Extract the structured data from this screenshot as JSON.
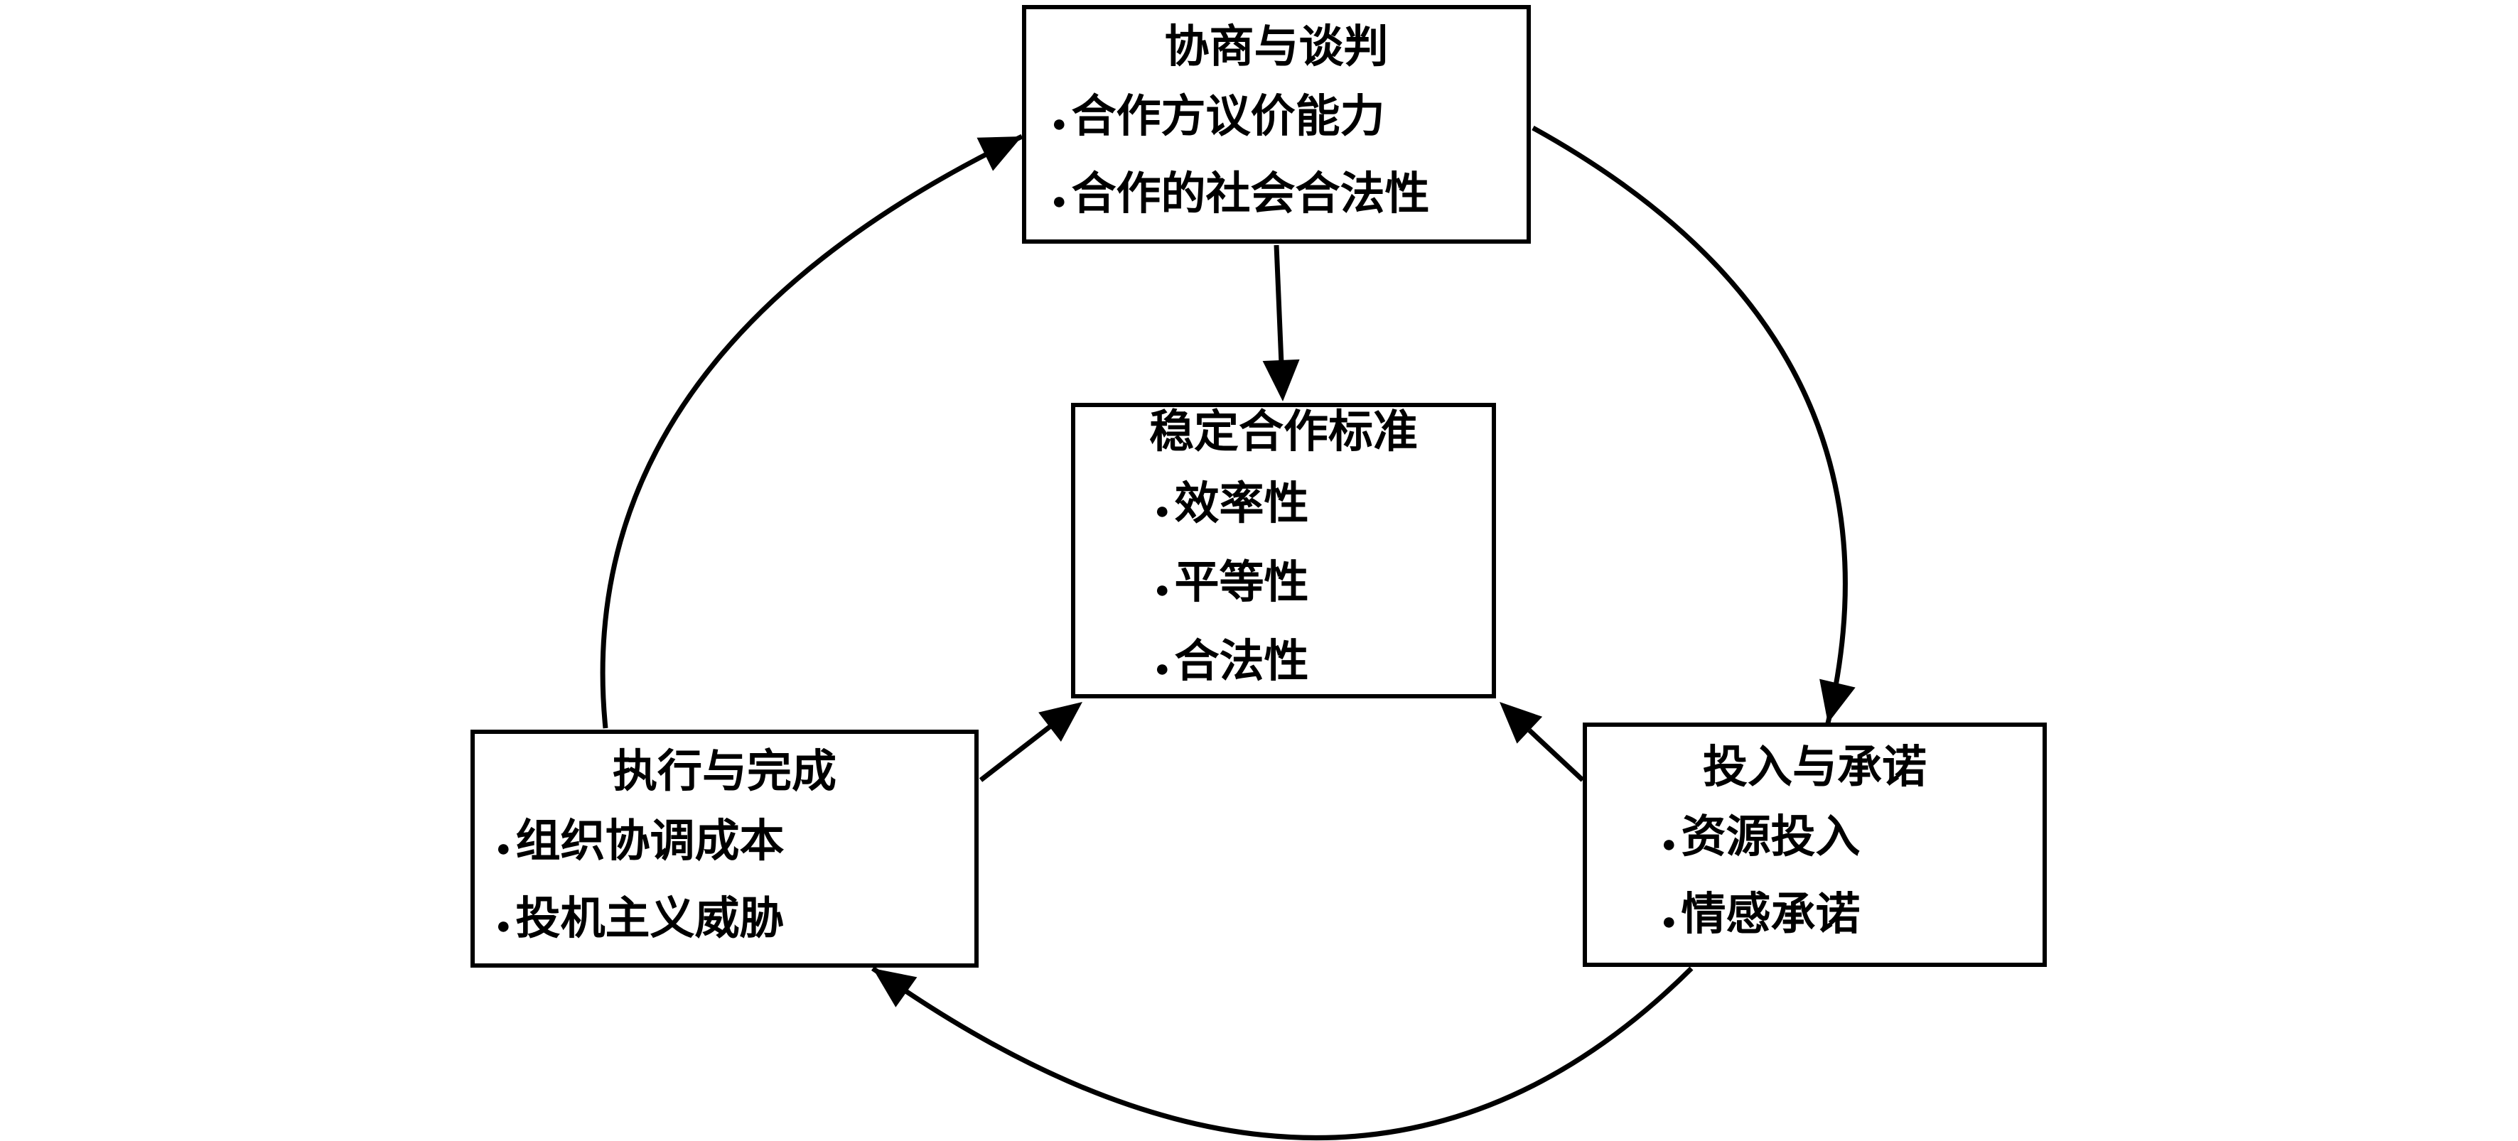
{
  "diagram": {
    "colors": {
      "line": "#000000",
      "background": "#ffffff",
      "text": "#000000"
    },
    "bullet_glyph": "●",
    "nodes": {
      "negotiation": {
        "title": "协商与谈判",
        "bullets": [
          "合作方议价能力",
          "合作的社会合法性"
        ]
      },
      "standards": {
        "title": "稳定合作标准",
        "bullets": [
          "效率性",
          "平等性",
          "合法性"
        ]
      },
      "execution": {
        "title": "执行与完成",
        "bullets": [
          "组织协调成本",
          "投机主义威胁"
        ]
      },
      "commitment": {
        "title": "投入与承诺",
        "bullets": [
          "资源投入",
          "情感承诺"
        ]
      }
    }
  }
}
